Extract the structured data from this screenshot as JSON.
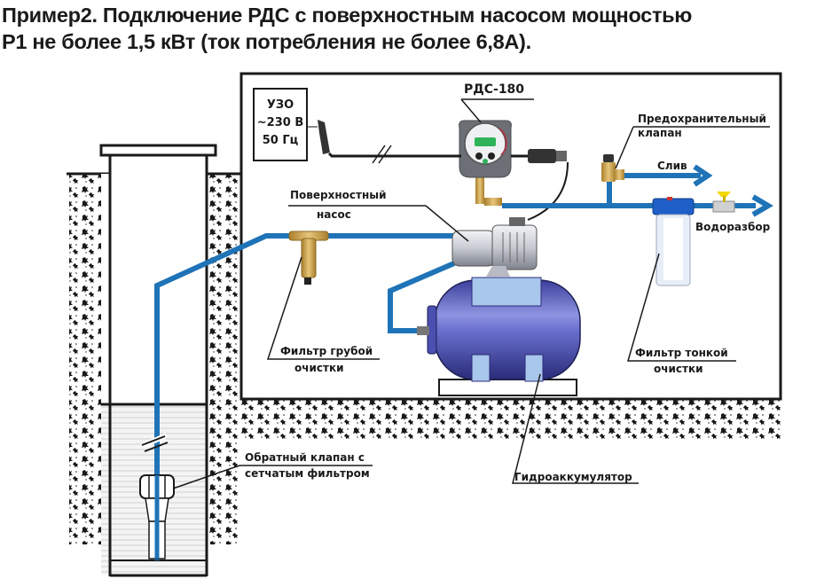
{
  "title": {
    "line1": "Пример2. Подключение РДС с поверхностным насосом мощностью",
    "line2": "Р1 не более 1,5 кВт (ток потребления не более 6,8А)."
  },
  "power_box": {
    "line1": "УЗО",
    "line2": "~230 В",
    "line3": "50 Гц"
  },
  "labels": {
    "pressure_switch": "РДС-180",
    "surface_pump_1": "Поверхностный",
    "surface_pump_2": "насос",
    "safety_valve_1": "Предохранительный",
    "safety_valve_2": "клапан",
    "drain": "Слив",
    "water_outlet": "Водоразбор",
    "coarse_filter_1": "Фильтр грубой",
    "coarse_filter_2": "очистки",
    "fine_filter_1": "Фильтр тонкой",
    "fine_filter_2": "очистки",
    "check_valve_1": "Обратный клапан с",
    "check_valve_2": "сетчатым фильтром",
    "accumulator": "Гидроаккумулятор"
  },
  "colors": {
    "pipe": "#1f73b7",
    "accumulator": "#4a4fb0",
    "brass": "#c9a04a",
    "outline": "#1a1a1a"
  }
}
